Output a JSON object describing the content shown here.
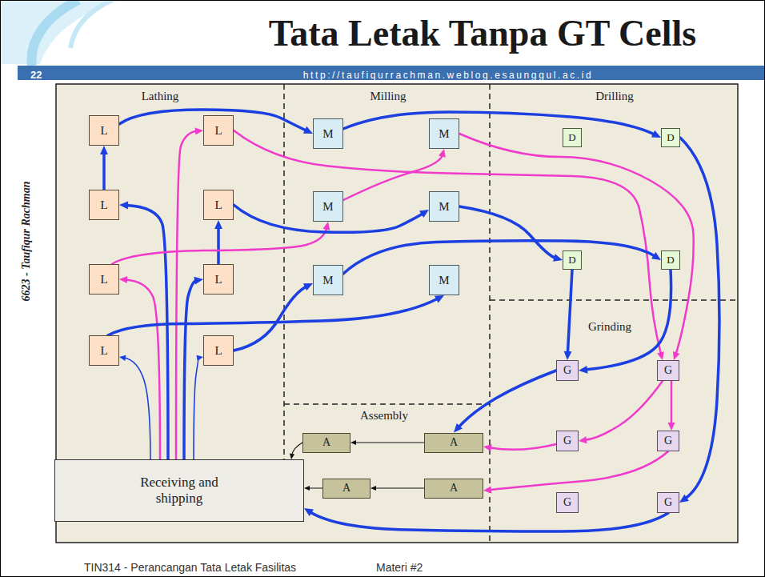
{
  "diagram": {
    "title": "Tata Letak Tanpa GT Cells",
    "nodes": [
      {
        "text": [
          "Lathing"
        ]
      },
      {
        "text": [
          "L"
        ],
        "in": 0
      },
      {
        "text": [
          "L"
        ],
        "in": 0
      },
      {
        "text": [
          "L"
        ],
        "in": 0
      },
      {
        "text": [
          "L"
        ],
        "in": 0
      },
      {
        "text": [
          "L"
        ],
        "in": 0
      },
      {
        "text": [
          "L"
        ],
        "in": 0
      },
      {
        "text": [
          "L"
        ],
        "in": 0
      },
      {
        "text": [
          "L"
        ],
        "in": 0
      },
      {
        "text": [
          "Milling"
        ]
      },
      {
        "text": [
          "M"
        ],
        "in": 9
      },
      {
        "text": [
          "M"
        ],
        "in": 9
      },
      {
        "text": [
          "M"
        ],
        "in": 9
      },
      {
        "text": [
          "M"
        ],
        "in": 9
      },
      {
        "text": [
          "M"
        ],
        "in": 9
      },
      {
        "text": [
          "M"
        ],
        "in": 9
      },
      {
        "text": [
          "Drilling"
        ]
      },
      {
        "text": [
          "D"
        ],
        "in": 16
      },
      {
        "text": [
          "D"
        ],
        "in": 16
      },
      {
        "text": [
          "D"
        ],
        "in": 16
      },
      {
        "text": [
          "D"
        ],
        "in": 16
      },
      {
        "text": [
          "Grinding"
        ]
      },
      {
        "text": [
          "G"
        ],
        "in": 21
      },
      {
        "text": [
          "G"
        ],
        "in": 21
      },
      {
        "text": [
          "G"
        ],
        "in": 21
      },
      {
        "text": [
          "G"
        ],
        "in": 21
      },
      {
        "text": [
          "G"
        ],
        "in": 21
      },
      {
        "text": [
          "G"
        ],
        "in": 21
      },
      {
        "text": [
          "Assembly"
        ]
      },
      {
        "text": [
          "A"
        ],
        "in": 28
      },
      {
        "text": [
          "A"
        ],
        "in": 28
      },
      {
        "text": [
          "A"
        ],
        "in": 28
      },
      {
        "text": [
          "A"
        ],
        "in": 28
      },
      {
        "text": [
          "Receiving and shipping"
        ]
      }
    ],
    "edges": [
      {
        "from": 33,
        "to": 2,
        "arrow": "to"
      },
      {
        "from": 33,
        "to": 3,
        "arrow": "to"
      },
      {
        "from": 33,
        "to": 5,
        "arrow": "to"
      },
      {
        "from": 33,
        "to": 6,
        "arrow": "to"
      },
      {
        "from": 33,
        "to": 7,
        "arrow": "to"
      },
      {
        "from": 33,
        "to": 8,
        "arrow": "to"
      },
      {
        "from": 3,
        "to": 1,
        "arrow": "to"
      },
      {
        "from": 6,
        "to": 4,
        "arrow": "to"
      },
      {
        "from": 1,
        "to": 10,
        "arrow": "to"
      },
      {
        "from": 10,
        "to": 18,
        "arrow": "to"
      },
      {
        "from": 18,
        "to": 27,
        "arrow": "to"
      },
      {
        "from": 27,
        "to": 33,
        "arrow": "to"
      },
      {
        "from": 2,
        "to": 23,
        "arrow": "to"
      },
      {
        "from": 12,
        "to": 11,
        "arrow": "to"
      },
      {
        "from": 5,
        "to": 12,
        "arrow": "to"
      },
      {
        "from": 11,
        "to": 23,
        "arrow": "to"
      },
      {
        "from": 4,
        "to": 13,
        "arrow": "to"
      },
      {
        "from": 13,
        "to": 19,
        "arrow": "to"
      },
      {
        "from": 14,
        "to": 20,
        "arrow": "to"
      },
      {
        "from": 7,
        "to": 15,
        "arrow": "to"
      },
      {
        "from": 8,
        "to": 14,
        "arrow": "to"
      },
      {
        "from": 19,
        "to": 22,
        "arrow": "to"
      },
      {
        "from": 20,
        "to": 22,
        "arrow": "to"
      },
      {
        "from": 22,
        "to": 30,
        "arrow": "to"
      },
      {
        "from": 23,
        "to": 24,
        "arrow": "to"
      },
      {
        "from": 23,
        "to": 25,
        "arrow": "to"
      },
      {
        "from": 24,
        "to": 30,
        "arrow": "to"
      },
      {
        "from": 25,
        "to": 32,
        "arrow": "to"
      },
      {
        "from": 30,
        "to": 29,
        "arrow": "to"
      },
      {
        "from": 29,
        "to": 33,
        "arrow": "to"
      },
      {
        "from": 32,
        "to": 31,
        "arrow": "to"
      },
      {
        "from": 31,
        "to": 33,
        "arrow": "to"
      }
    ],
    "labels": [
      "22",
      "http://taufiqurrachman.weblog.esaunggul.ac.id",
      "6623 - Taufiqur Rachman",
      "TIN314 - Perancangan Tata Letak Fasilitas",
      "Materi #2"
    ]
  }
}
